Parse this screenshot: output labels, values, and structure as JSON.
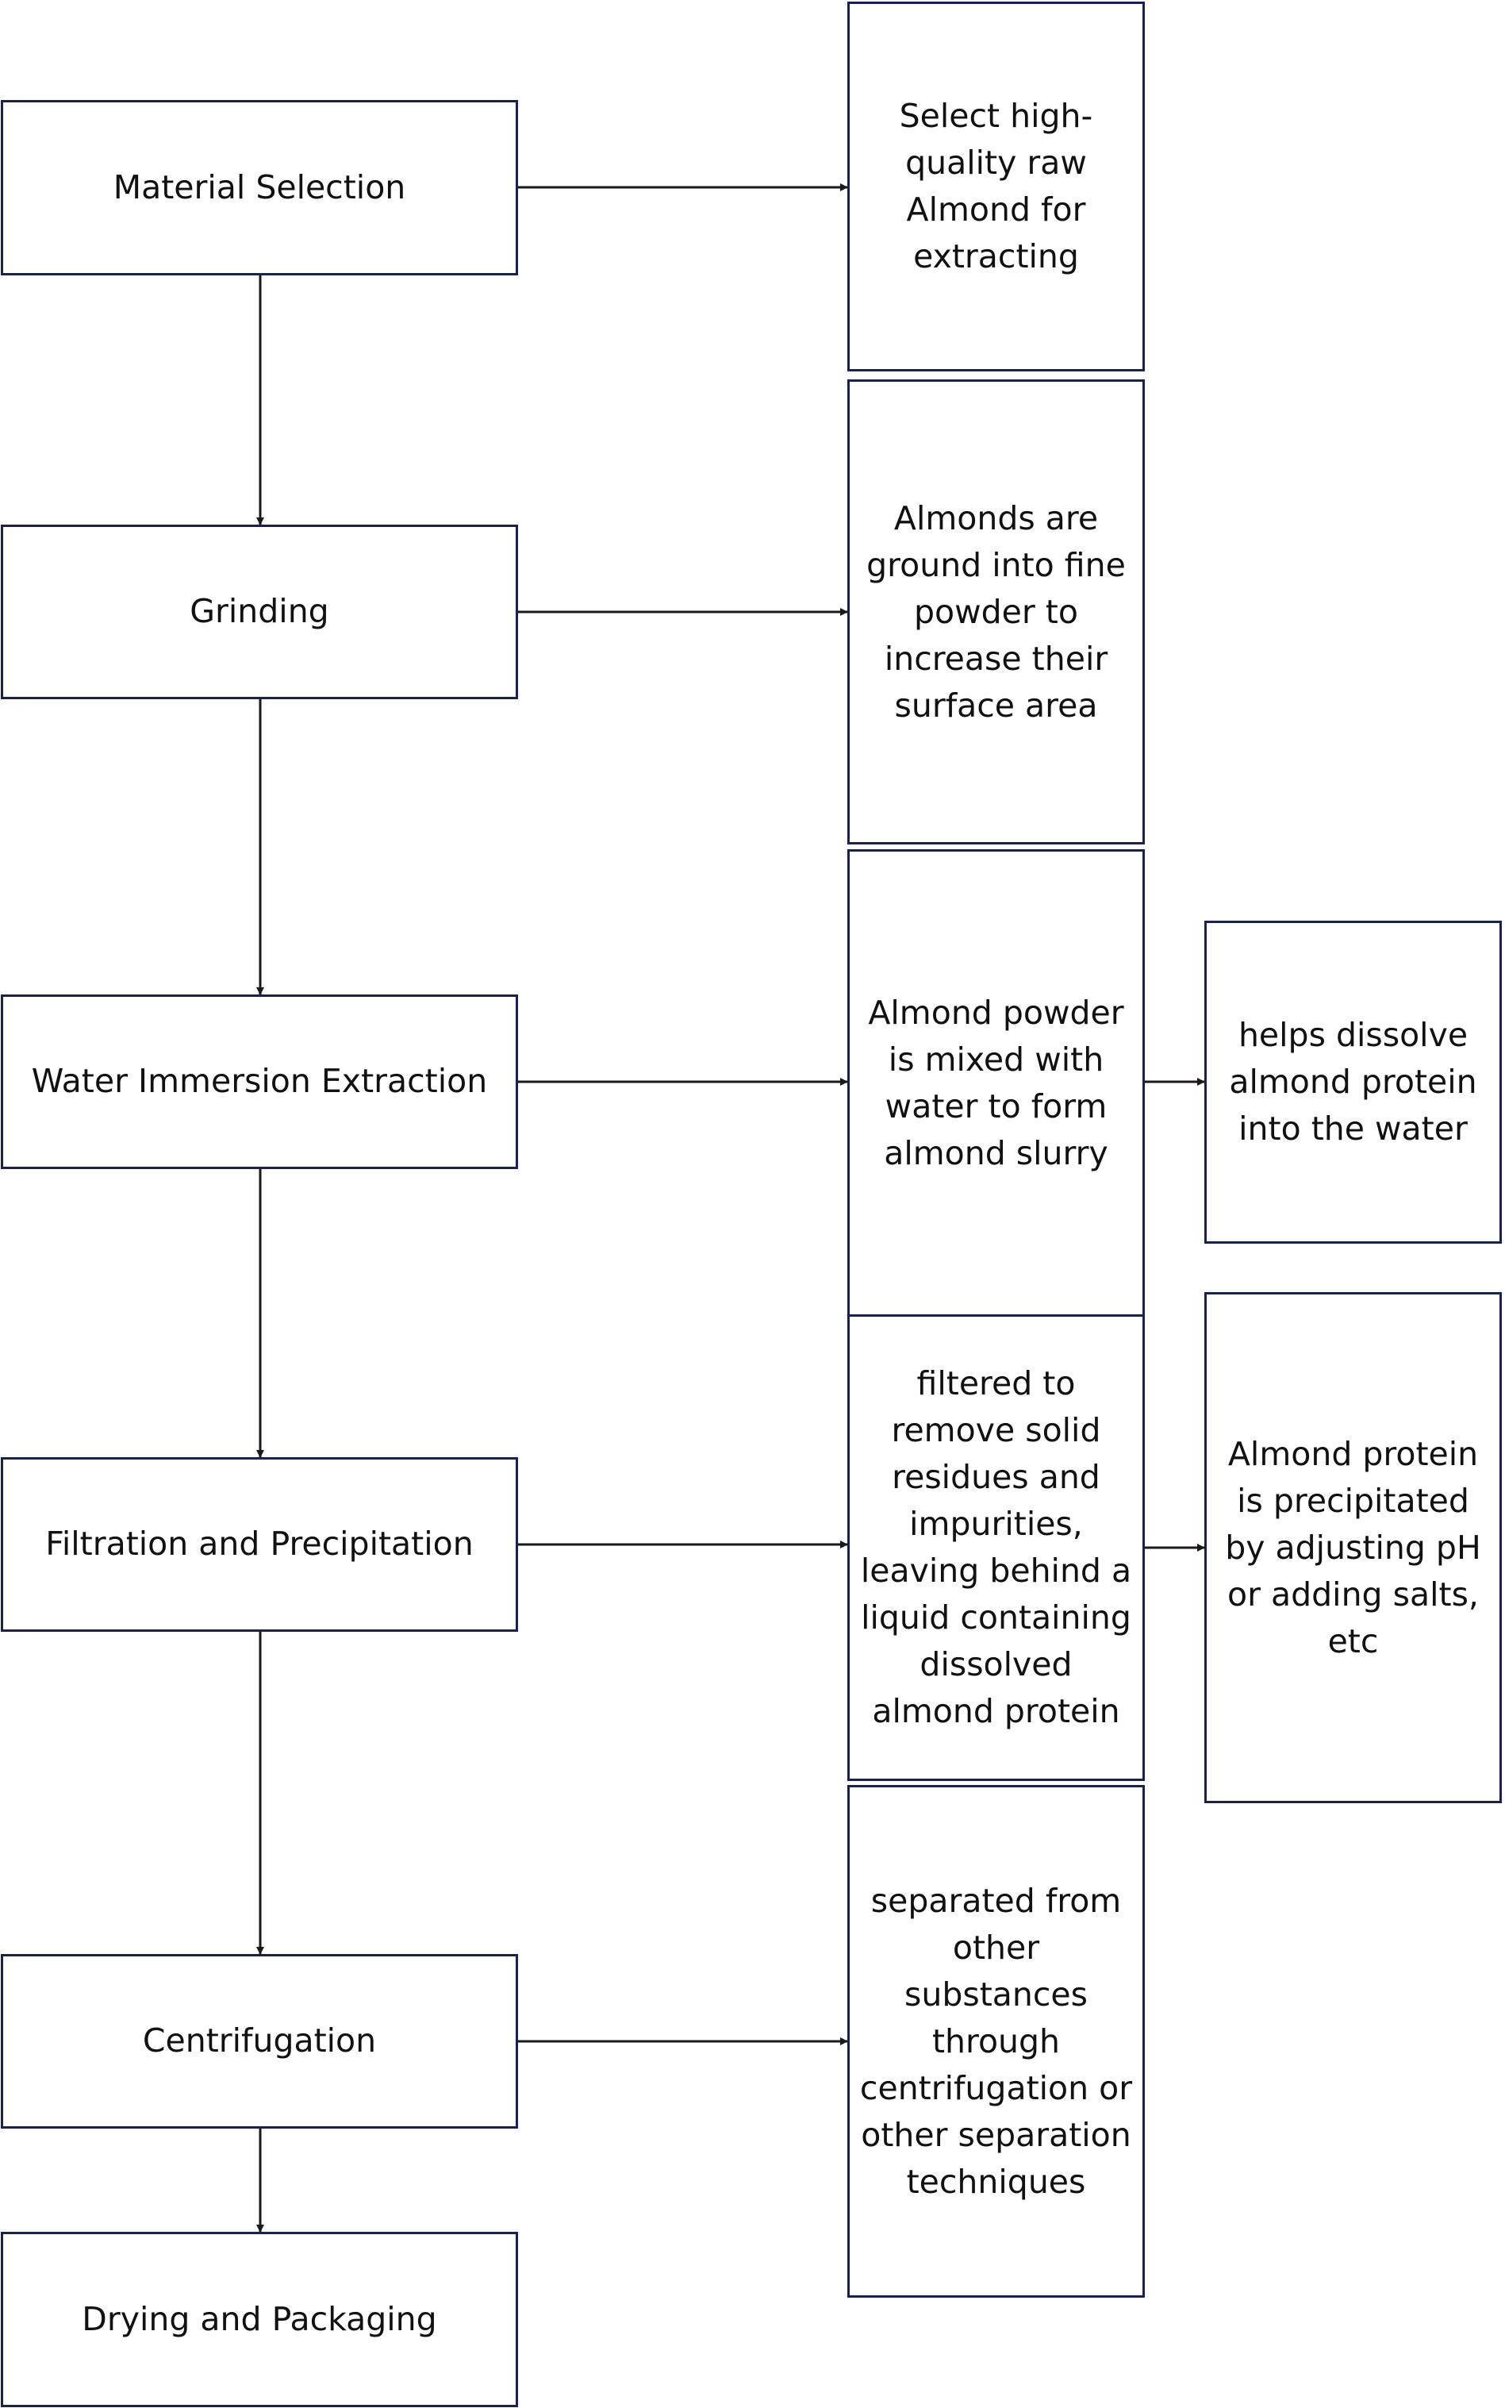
{
  "flowchart": {
    "steps": [
      {
        "label": "Material Selection"
      },
      {
        "label": "Grinding"
      },
      {
        "label": "Water Immersion Extraction"
      },
      {
        "label": "Filtration and Precipitation"
      },
      {
        "label": "Centrifugation"
      },
      {
        "label": "Drying and Packaging"
      }
    ],
    "details": [
      {
        "text": "Select high-quality raw Almond for extracting"
      },
      {
        "text": "Almonds are ground into fine powder to increase their surface area"
      },
      {
        "text": "Almond powder is mixed with water to form almond slurry"
      },
      {
        "text": "filtered to remove solid residues and impurities, leaving behind a liquid containing dissolved almond protein"
      },
      {
        "text": "separated from other substances through centrifugation or other separation techniques"
      }
    ],
    "sub_details": [
      {
        "text": "helps dissolve almond protein into the water"
      },
      {
        "text": "Almond protein is precipitated by adjusting pH or adding salts, etc"
      }
    ],
    "colors": {
      "border": "#1c2244",
      "line": "#1a1a1a"
    }
  }
}
